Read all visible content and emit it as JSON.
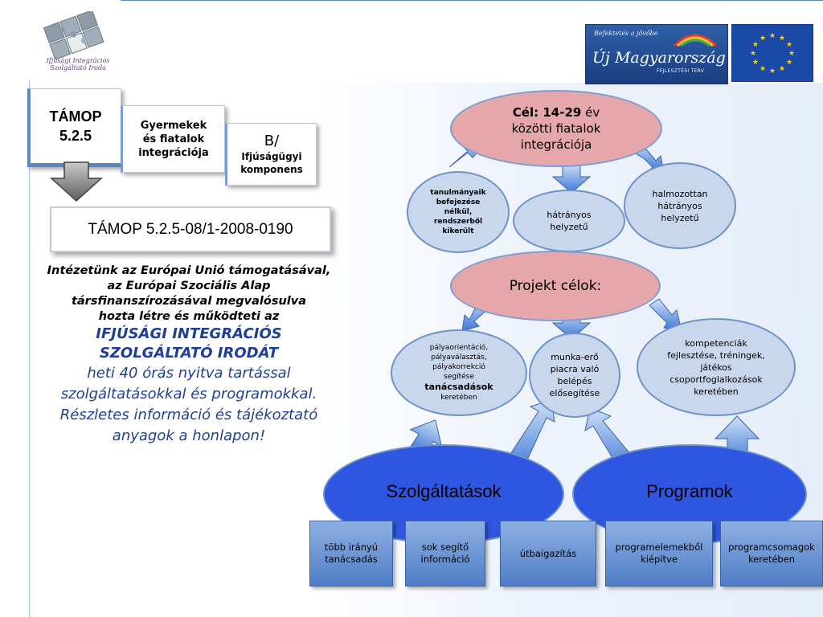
{
  "logos": {
    "left_caption": "Ifjúsági Integrációs Szolgáltató Iroda",
    "nhf_small": "Befektetés a jövőbe",
    "nhf_big": "Új Magyarország",
    "nhf_tag": "FEJLESZTÉSI TERV"
  },
  "header_cards": {
    "tamop": "TÁMOP 5.2.5",
    "gyermekek": "Gyermekek és fiatalok integrációja",
    "b_line1": "B/",
    "b_line2": "Ifjúságügyi komponens"
  },
  "project_code": "TÁMOP 5.2.5-08/1-2008-0190",
  "intro": {
    "line1": "Intézetünk az Európai Unió támogatásával, az Európai Szociális Alap társfinanszírozásával megvalósulva",
    "line2": "hozta létre és működteti az",
    "office_name": "IFJÚSÁGI INTEGRÁCIÓS SZOLGÁLTATÓ IRODÁT",
    "line3": "heti 40 órás nyitva tartással szolgáltatásokkal és programokkal.",
    "line4": "Részletes információ és tájékoztató anyagok a honlapon!"
  },
  "diagram": {
    "goal_bold": "Cél: 14-29",
    "goal_rest": " év közötti fiatalok integrációja",
    "target_groups": [
      "tanulmányaik befejezése nélkül, rendszerből kikerült",
      "hátrányos helyzetű",
      "halmozottan hátrányos helyzetű"
    ],
    "project_goals_title": "Projekt célok:",
    "project_goals": {
      "left_text": "pályaorientáció, pályaválasztás, pályakorrekció segítése",
      "left_bold": "tanácsadások",
      "left_tail": "keretében",
      "middle": "munka-erő piacra való belépés elősegítése",
      "right": "kompetenciák fejlesztése, tréningek, játékos csoportfoglalkozások keretében"
    },
    "services_title": "Szolgáltatások",
    "programs_title": "Programok",
    "services": [
      "több irányú tanácsadás",
      "sok segítő információ",
      "útbaigazítás"
    ],
    "programs": [
      "programelemekből kiépítve",
      "programcsomagok keretében"
    ]
  },
  "colors": {
    "pink": "#e6a7ab",
    "light_blue": "#c8d7ec",
    "dark_blue": "#2f56e0",
    "text_blue": "#1f3f97"
  }
}
